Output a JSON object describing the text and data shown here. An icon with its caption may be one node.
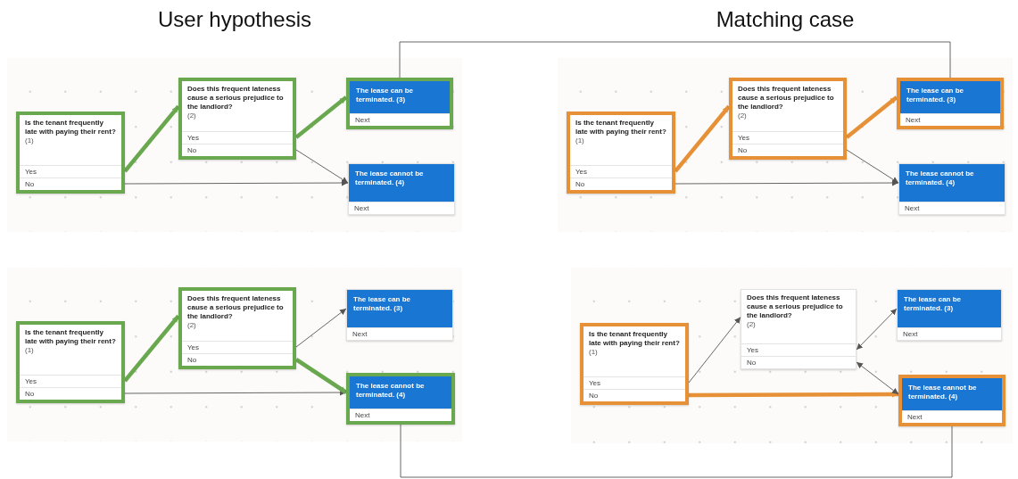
{
  "diagram": {
    "nodes": [
      {
        "text": [],
        "shape": "box"
      },
      {
        "text": [
          "Is the tenant frequently late with paying their rent?",
          "(1)",
          "Yes",
          "No"
        ],
        "in": 0
      },
      {
        "text": [
          "Does this frequent lateness cause a serious prejudice to the landlord?",
          "(2)",
          "Yes",
          "No"
        ],
        "in": 0
      },
      {
        "text": [
          "The lease can be terminated. (3)",
          "Next"
        ],
        "in": 0
      },
      {
        "text": [
          "The lease cannot be terminated. (4)",
          "Next"
        ],
        "in": 0
      },
      {
        "text": [],
        "shape": "box"
      },
      {
        "text": [
          "Is the tenant frequently late with paying their rent?",
          "(1)",
          "Yes",
          "No"
        ],
        "in": 5
      },
      {
        "text": [
          "Does this frequent lateness cause a serious prejudice to the landlord?",
          "(2)",
          "Yes",
          "No"
        ],
        "in": 5
      },
      {
        "text": [
          "The lease can be terminated. (3)",
          "Next"
        ],
        "in": 5
      },
      {
        "text": [
          "The lease cannot be terminated. (4)",
          "Next"
        ],
        "in": 5
      },
      {
        "text": [],
        "shape": "box"
      },
      {
        "text": [
          "Is the tenant frequently late with paying their rent?",
          "(1)",
          "Yes",
          "No"
        ],
        "in": 10
      },
      {
        "text": [
          "Does this frequent lateness cause a serious prejudice to the landlord?",
          "(2)",
          "Yes",
          "No"
        ],
        "in": 10
      },
      {
        "text": [
          "The lease can be terminated. (3)",
          "Next"
        ],
        "in": 10
      },
      {
        "text": [
          "The lease cannot be terminated. (4)",
          "Next"
        ],
        "in": 10
      },
      {
        "text": [],
        "shape": "box"
      },
      {
        "text": [
          "Is the tenant frequently late with paying their rent?",
          "(1)",
          "Yes",
          "No"
        ],
        "in": 15
      },
      {
        "text": [
          "Does this frequent lateness cause a serious prejudice to the landlord?",
          "(2)",
          "Yes",
          "No"
        ],
        "in": 15
      },
      {
        "text": [
          "The lease can be terminated. (3)",
          "Next"
        ],
        "in": 15
      },
      {
        "text": [
          "The lease cannot be terminated. (4)",
          "Next"
        ],
        "in": 15
      }
    ],
    "edges": [
      {
        "from": 1,
        "to": 2,
        "arrow": "to",
        "style": "thick",
        "color": "#6aa84f"
      },
      {
        "from": 1,
        "to": 4,
        "arrow": "to"
      },
      {
        "from": 2,
        "to": 3,
        "arrow": "to",
        "style": "thick",
        "color": "#6aa84f"
      },
      {
        "from": 2,
        "to": 4,
        "arrow": "to"
      },
      {
        "from": 6,
        "to": 7,
        "arrow": "to",
        "style": "thick",
        "color": "#e69138"
      },
      {
        "from": 6,
        "to": 9,
        "arrow": "to"
      },
      {
        "from": 7,
        "to": 8,
        "arrow": "to",
        "style": "thick",
        "color": "#e69138"
      },
      {
        "from": 7,
        "to": 9,
        "arrow": "to"
      },
      {
        "from": 11,
        "to": 12,
        "arrow": "to",
        "style": "thick",
        "color": "#6aa84f"
      },
      {
        "from": 11,
        "to": 14,
        "arrow": "to"
      },
      {
        "from": 12,
        "to": 13,
        "arrow": "to"
      },
      {
        "from": 12,
        "to": 14,
        "arrow": "to",
        "style": "thick",
        "color": "#6aa84f"
      },
      {
        "from": 16,
        "to": 17,
        "arrow": "to"
      },
      {
        "from": 16,
        "to": 19,
        "arrow": "to",
        "style": "thick",
        "color": "#e69138"
      },
      {
        "from": 17,
        "to": 18,
        "arrow": "both"
      },
      {
        "from": 17,
        "to": 19,
        "arrow": "both"
      },
      {
        "from": 3,
        "to": 8,
        "arrow": "none"
      },
      {
        "from": 14,
        "to": 19,
        "arrow": "none"
      }
    ],
    "labels": [
      "User hypothesis",
      "Matching case"
    ]
  }
}
